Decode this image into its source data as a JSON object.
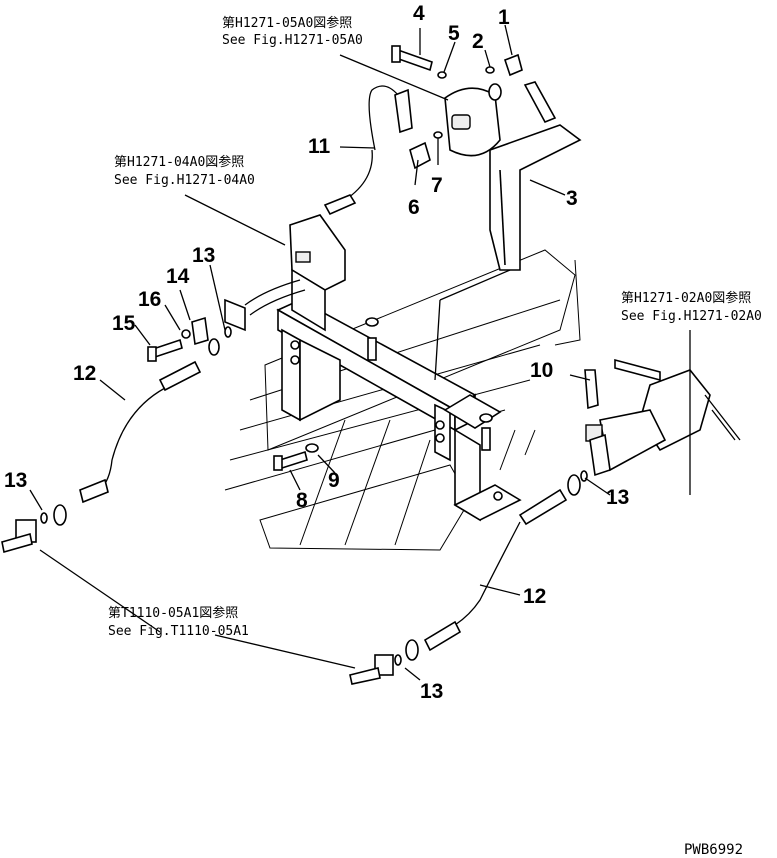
{
  "references": {
    "fig_h1271_05a0": {
      "jp": "第H1271-05A0図参照",
      "en": "See Fig.H1271-05A0"
    },
    "fig_h1271_04a0": {
      "jp": "第H1271-04A0図参照",
      "en": "See Fig.H1271-04A0"
    },
    "fig_h1271_02a0": {
      "jp": "第H1271-02A0図参照",
      "en": "See Fig.H1271-02A0"
    },
    "fig_t1110_05a1": {
      "jp": "第T1110-05A1図参照",
      "en": "See Fig.T1110-05A1"
    }
  },
  "callouts": {
    "c1": "1",
    "c2": "2",
    "c3": "3",
    "c4": "4",
    "c5": "5",
    "c6": "6",
    "c7": "7",
    "c8": "8",
    "c9": "9",
    "c10": "10",
    "c11": "11",
    "c12a": "12",
    "c12b": "12",
    "c13a": "13",
    "c13b": "13",
    "c13c": "13",
    "c13d": "13",
    "c14": "14",
    "c15": "15",
    "c16": "16"
  },
  "drawing_code": "PWB6992"
}
